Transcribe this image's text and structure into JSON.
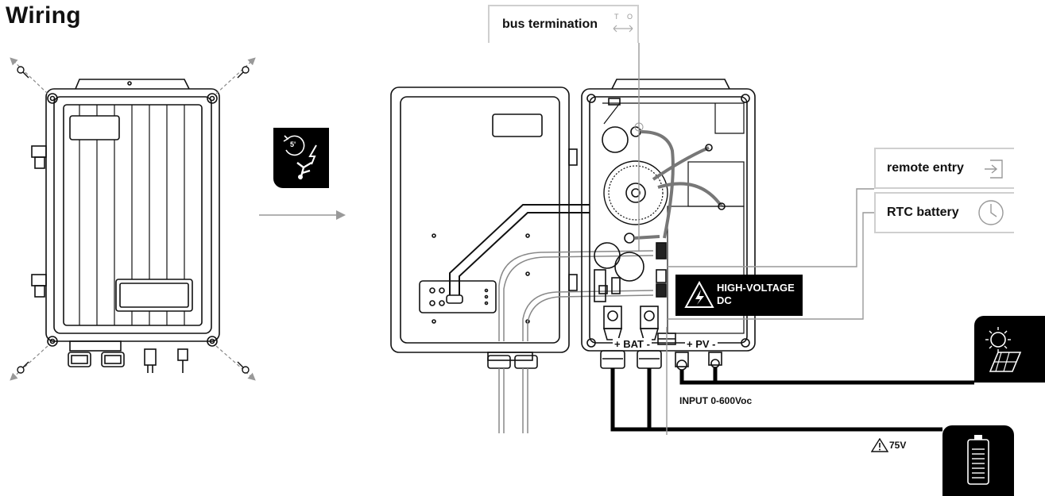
{
  "title": "Wiring",
  "callouts": {
    "bus_termination": "bus termination",
    "bus_termination_toggle": {
      "left": "T",
      "right": "O"
    },
    "remote_entry": "remote entry",
    "rtc_battery": "RTC battery"
  },
  "high_voltage": {
    "line1": "HIGH-VOLTAGE",
    "line2": "DC"
  },
  "terminals": {
    "bat": "+ BAT -",
    "pv": "+ PV -"
  },
  "input_label": "INPUT 0-600Voc",
  "battery_voltage": "75V",
  "warning": {
    "wait_time": "5'"
  },
  "icons": [
    "screw-icon",
    "warning-shock-icon",
    "solar-panel-icon",
    "battery-icon",
    "clock-icon",
    "entry-arrow-icon",
    "toggle-icon",
    "high-voltage-icon"
  ]
}
